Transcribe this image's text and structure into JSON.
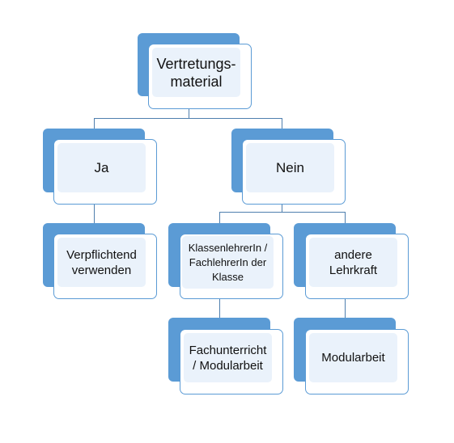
{
  "colors": {
    "back_fill": "#5b9bd5",
    "front_border": "#5b9bd5",
    "inner_fill": "#eaf2fb",
    "connector": "#4f7fae",
    "text": "#111111"
  },
  "nodes": {
    "root": {
      "label": "Vertretungs-\nmaterial"
    },
    "ja": {
      "label": "Ja"
    },
    "nein": {
      "label": "Nein"
    },
    "verpflichtend": {
      "label": "Verpflichtend\nverwenden"
    },
    "klassenlehrer": {
      "label": "KlassenlehrerIn /\nFachlehrerIn der\nKlasse"
    },
    "andere": {
      "label": "andere\nLehrkraft"
    },
    "fachunterricht": {
      "label": "Fachunterricht\n/ Modularbeit"
    },
    "modularbeit": {
      "label": "Modularbeit"
    }
  }
}
